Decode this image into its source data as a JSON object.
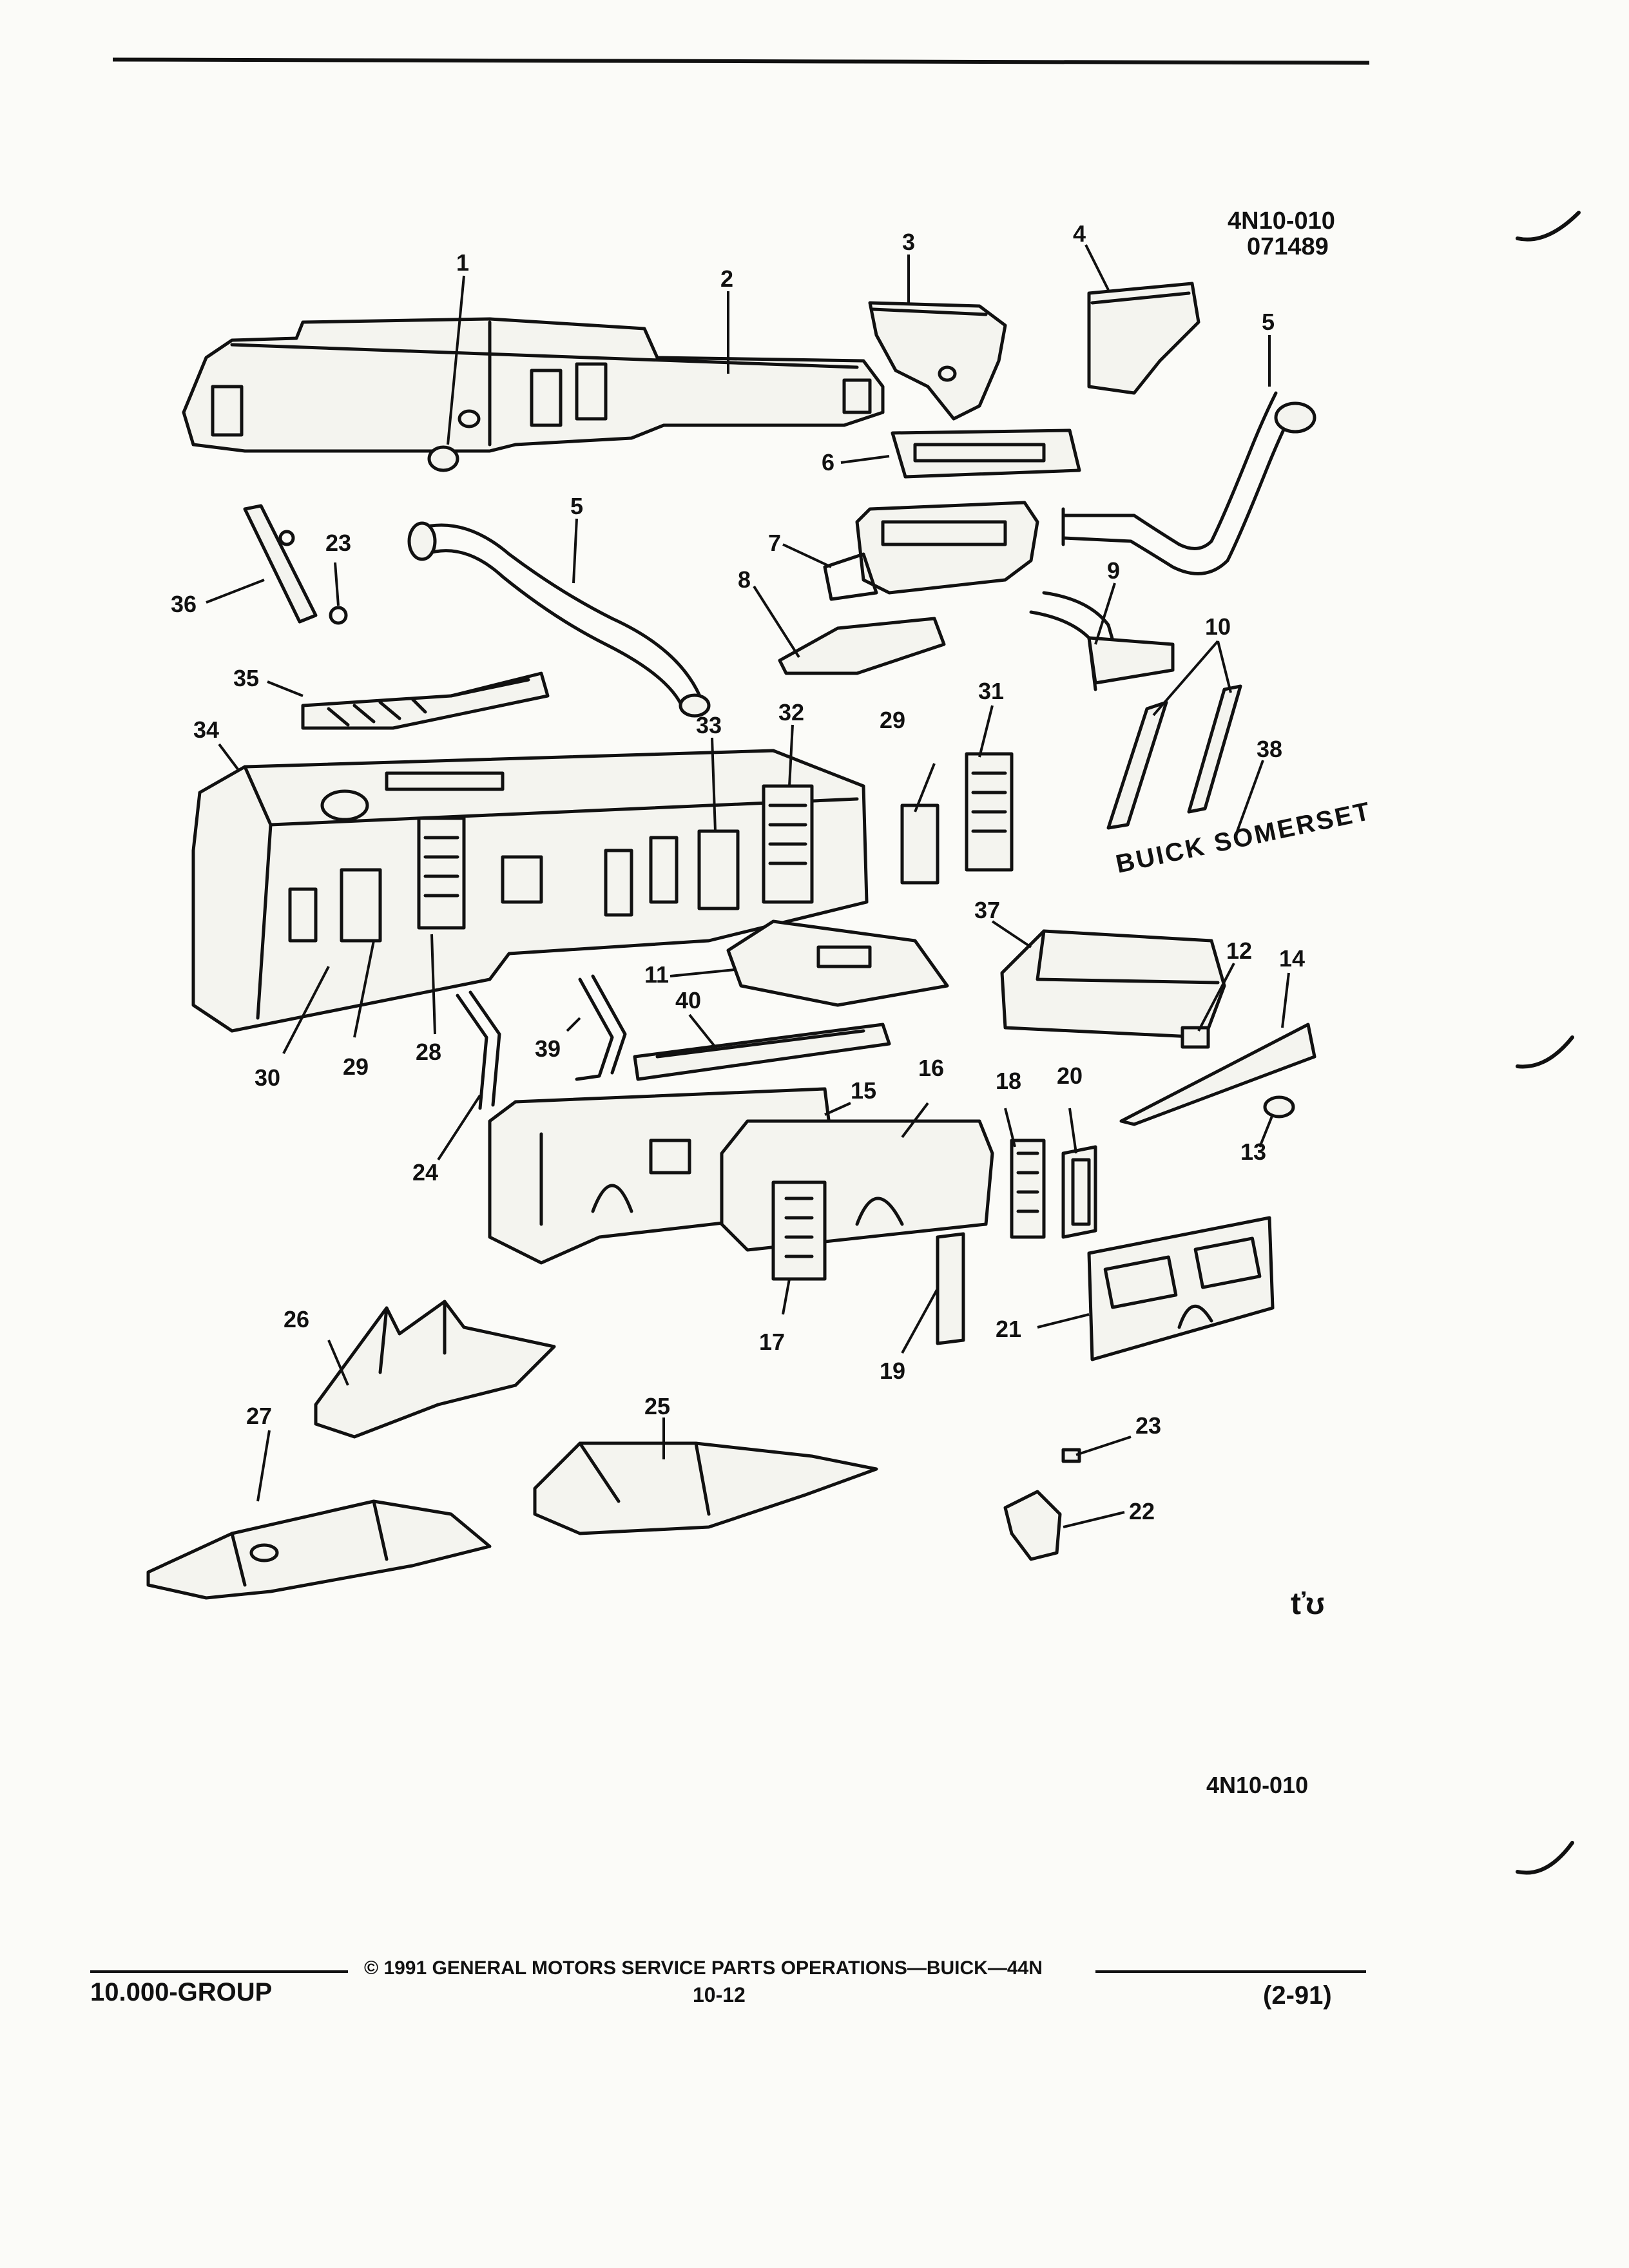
{
  "header": {
    "figure_code": "4N10-010",
    "figure_date": "071489"
  },
  "diagram": {
    "callouts": [
      "1",
      "2",
      "3",
      "4",
      "5",
      "5",
      "6",
      "7",
      "8",
      "9",
      "10",
      "11",
      "12",
      "13",
      "14",
      "15",
      "16",
      "17",
      "18",
      "19",
      "20",
      "21",
      "22",
      "23",
      "23",
      "24",
      "25",
      "26",
      "27",
      "28",
      "29",
      "29",
      "30",
      "31",
      "32",
      "33",
      "34",
      "35",
      "36",
      "37",
      "38",
      "39",
      "40"
    ],
    "emblem_text": "BUICK SOMERSET",
    "mark": "ťʊ"
  },
  "figure_footer_code": "4N10-010",
  "footer": {
    "group": "10.000-GROUP",
    "copyright": "©  1991  GENERAL MOTORS SERVICE PARTS OPERATIONS—BUICK—44N",
    "page_number": "10-12",
    "revision": "(2-91)"
  }
}
